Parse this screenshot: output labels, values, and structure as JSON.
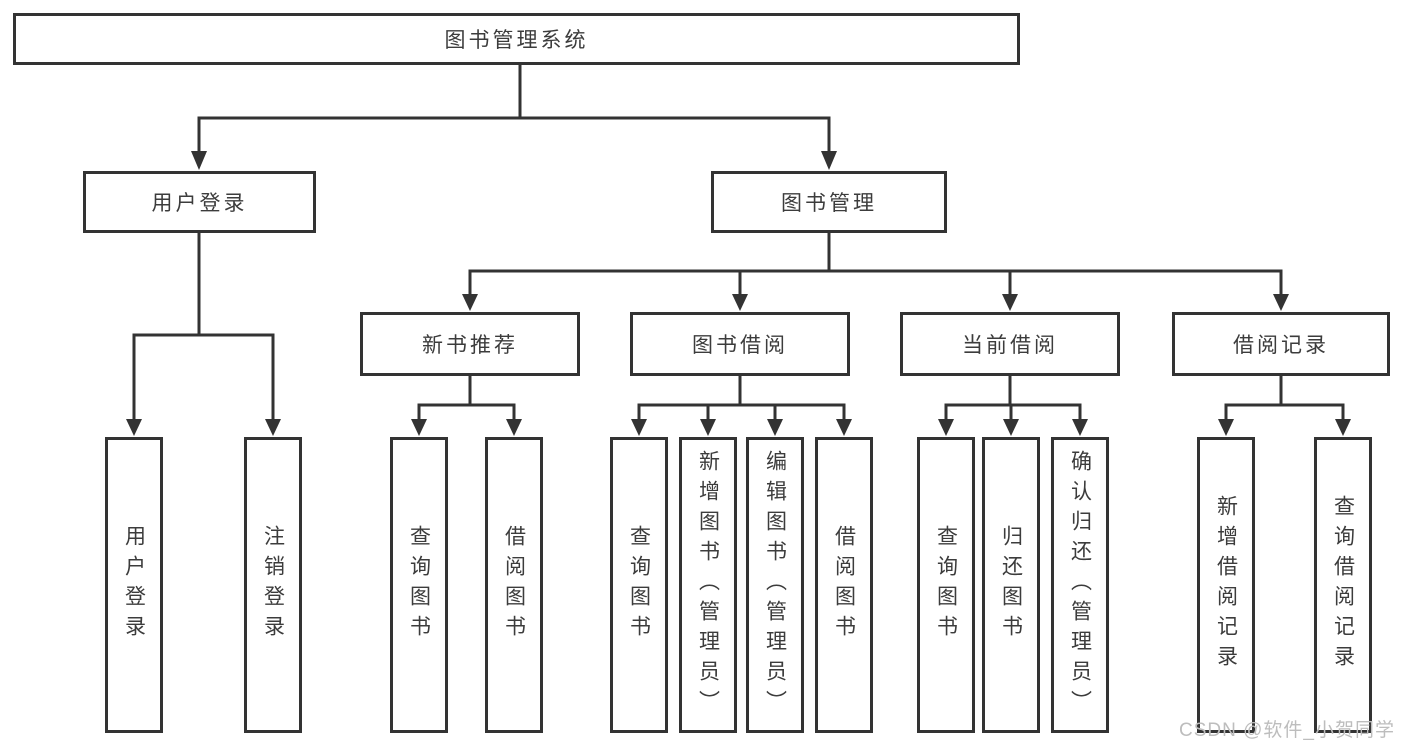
{
  "diagram": {
    "title": "图书管理系统",
    "level2": {
      "user_login": "用户登录",
      "book_mgmt": "图书管理"
    },
    "level3": {
      "new_book": "新书推荐",
      "book_borrow": "图书借阅",
      "current_borrow": "当前借阅",
      "borrow_record": "借阅记录"
    },
    "leaves": {
      "user_login": [
        "用户登录",
        "注销登录"
      ],
      "new_book": [
        "查询图书",
        "借阅图书"
      ],
      "book_borrow": [
        "查询图书",
        "新增图书（管理员）",
        "编辑图书（管理员）",
        "借阅图书"
      ],
      "current_borrow": [
        "查询图书",
        "归还图书",
        "确认归还（管理员）"
      ],
      "borrow_record": [
        "新增借阅记录",
        "查询借阅记录"
      ]
    }
  },
  "watermark": {
    "text": "CSDN @软件_小贺同学"
  },
  "colors": {
    "line": "#333333",
    "text": "#3c3c3c",
    "watermark": "#bdbdbd",
    "background": "#ffffff"
  }
}
